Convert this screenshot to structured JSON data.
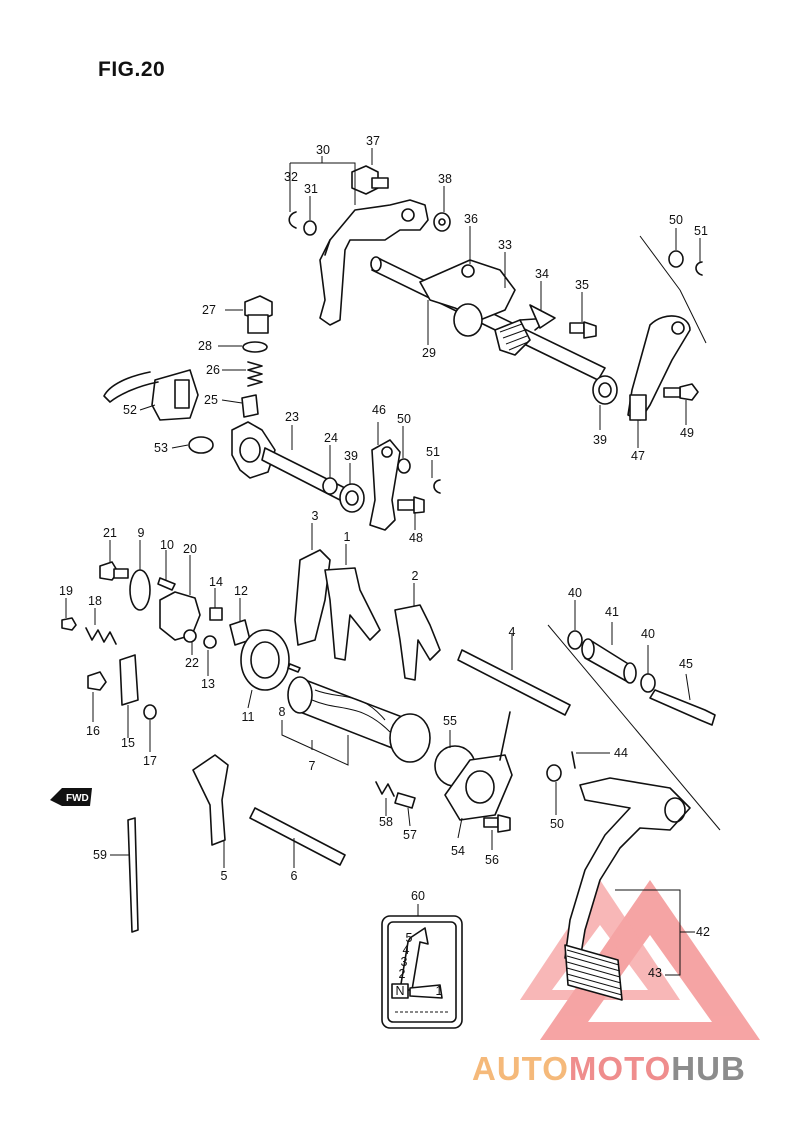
{
  "figure_title": "FIG.20",
  "fwd_label": "FWD",
  "watermark": {
    "part1": "AUTO",
    "part2": "MOTO",
    "part3": "HUB",
    "colors": {
      "auto": "#f5b97a",
      "moto": "#ef8d8d",
      "hub": "#8c8c8c",
      "triangle": "#ee5a5a"
    }
  },
  "callouts": {
    "c1": "1",
    "c2": "2",
    "c3": "3",
    "c4": "4",
    "c5": "5",
    "c6": "6",
    "c7": "7",
    "c8": "8",
    "c9": "9",
    "c10": "10",
    "c11": "11",
    "c12": "12",
    "c13": "13",
    "c14": "14",
    "c15": "15",
    "c16": "16",
    "c17": "17",
    "c18": "18",
    "c19": "19",
    "c20": "20",
    "c21": "21",
    "c22": "22",
    "c23": "23",
    "c24": "24",
    "c25": "25",
    "c26": "26",
    "c27": "27",
    "c28": "28",
    "c29": "29",
    "c30": "30",
    "c31": "31",
    "c32": "32",
    "c33": "33",
    "c34": "34",
    "c35": "35",
    "c36": "36",
    "c37": "37",
    "c38": "38",
    "c39a": "39",
    "c39b": "39",
    "c40a": "40",
    "c40b": "40",
    "c41": "41",
    "c42": "42",
    "c43": "43",
    "c44": "44",
    "c45": "45",
    "c46": "46",
    "c47": "47",
    "c48": "48",
    "c49": "49",
    "c50a": "50",
    "c50b": "50",
    "c50c": "50",
    "c51a": "51",
    "c51b": "51",
    "c52": "52",
    "c53": "53",
    "c54": "54",
    "c55": "55",
    "c56": "56",
    "c57": "57",
    "c58": "58",
    "c59": "59",
    "c60": "60"
  },
  "shift_label": {
    "gear_1": "1",
    "gear_2": "2",
    "gear_3": "3",
    "gear_4": "4",
    "gear_5": "5",
    "neutral": "N"
  }
}
